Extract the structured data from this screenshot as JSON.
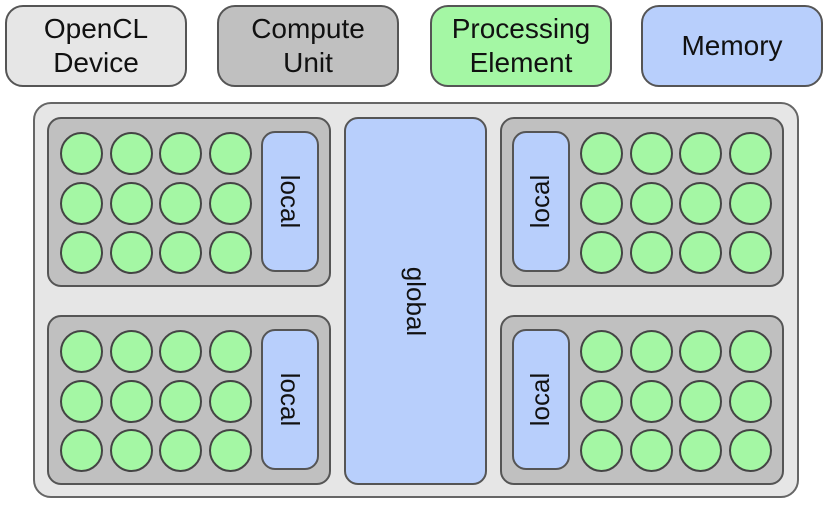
{
  "legend": [
    {
      "label": "OpenCL\nDevice",
      "color": "#e6e6e6"
    },
    {
      "label": "Compute\nUnit",
      "color": "#c0c0c0"
    },
    {
      "label": "Processing\nElement",
      "color": "#a4f7a4"
    },
    {
      "label": "Memory",
      "color": "#b8cffc"
    }
  ],
  "memory": {
    "global_label": "global",
    "local_label": "local"
  },
  "compute_units": [
    {
      "id": "top-left",
      "local_side": "right",
      "pe_rows": 3,
      "pe_cols": 4
    },
    {
      "id": "top-right",
      "local_side": "left",
      "pe_rows": 3,
      "pe_cols": 4
    },
    {
      "id": "bottom-left",
      "local_side": "right",
      "pe_rows": 3,
      "pe_cols": 4
    },
    {
      "id": "bottom-right",
      "local_side": "left",
      "pe_rows": 3,
      "pe_cols": 4
    }
  ],
  "colors": {
    "device": "#e6e6e6",
    "compute_unit": "#c0c0c0",
    "processing_element": "#a4f7a4",
    "memory": "#b8cffc"
  }
}
